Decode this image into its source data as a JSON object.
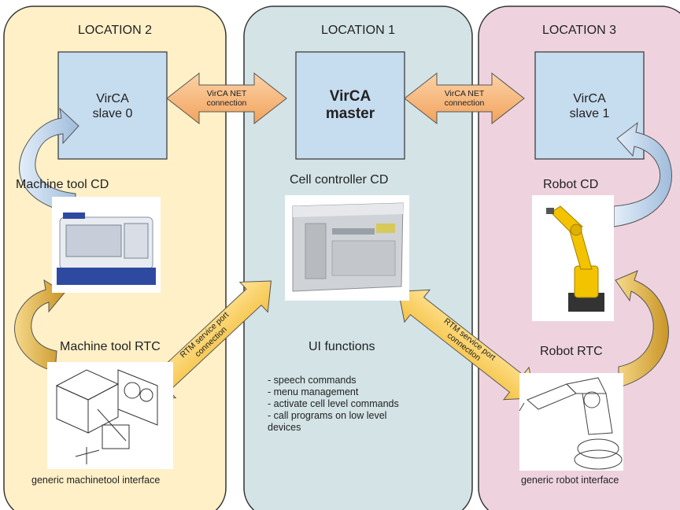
{
  "locations": {
    "loc2": {
      "title": "LOCATION 2",
      "fill": "#fff0c8"
    },
    "loc1": {
      "title": "LOCATION 1",
      "fill": "#d3e3e6"
    },
    "loc3": {
      "title": "LOCATION 3",
      "fill": "#eed3df"
    }
  },
  "boxes": {
    "slave0": {
      "line1": "VirCA",
      "line2": "slave 0"
    },
    "master": {
      "line1": "VirCA",
      "line2": "master"
    },
    "slave1": {
      "line1": "VirCA",
      "line2": "slave 1"
    },
    "fill": "#c6dcef"
  },
  "net_arrows": {
    "left": {
      "line1": "VirCA NET",
      "line2": "connection"
    },
    "right": {
      "line1": "VirCA NET",
      "line2": "connection"
    },
    "fill": "#f7bd85"
  },
  "rtm_arrows": {
    "left": {
      "line1": "RTM service port",
      "line2": "connection"
    },
    "right": {
      "line1": "RTM service port",
      "line2": "connection"
    },
    "fill": "#fdd572"
  },
  "labels": {
    "machine_tool_cd": "Machine tool CD",
    "cell_controller_cd": "Cell controller CD",
    "robot_cd": "Robot CD",
    "machine_tool_rtc": "Machine tool RTC",
    "robot_rtc": "Robot RTC",
    "ui_functions": "UI functions",
    "generic_machinetool": "generic machinetool interface",
    "generic_robot": "generic robot interface"
  },
  "ui_functions_list": [
    "- speech commands",
    "- menu management",
    "- activate cell level commands",
    "- call programs on low level",
    "devices"
  ],
  "colors": {
    "blue_curve": "#b8cfe6",
    "gold_curve": "#e6b84a",
    "machine_blue": "#2e4aa0",
    "robot_yellow": "#f3c300"
  }
}
